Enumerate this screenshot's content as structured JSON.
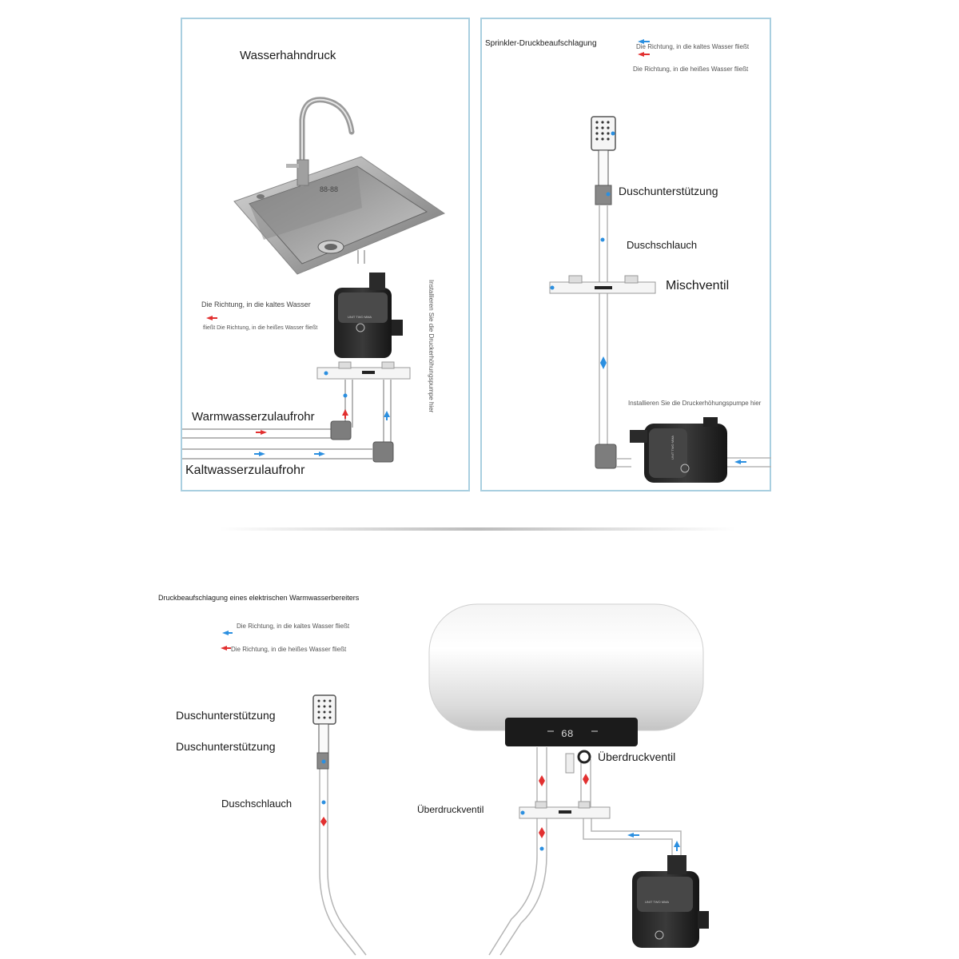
{
  "panel_faucet": {
    "title": "Wasserhahndruck",
    "legend_cold": "Die Richtung, in die kaltes Wasser",
    "legend_hot": "fließt Die Richtung, in die heißes Wasser fließt",
    "install_note": "Installieren Sie die Druckerhöhungspumpe hier",
    "warm_pipe": "Warmwasserzulaufrohr",
    "cold_pipe": "Kaltwasserzulaufrohr"
  },
  "panel_sprinkler": {
    "title": "Sprinkler-Druckbeaufschlagung",
    "legend_cold": "Die Richtung, in die kaltes Wasser fließt",
    "legend_hot": "Die Richtung, in die heißes Wasser fließt",
    "shower_support": "Duschunterstützung",
    "shower_hose": "Duschschlauch",
    "mixing_valve": "Mischventil",
    "install_note": "Installieren Sie die Druckerhöhungspumpe hier"
  },
  "panel_heater": {
    "title": "Druckbeaufschlagung eines elektrischen Warmwasserbereiters",
    "legend_cold": "Die Richtung, in die kaltes Wasser fließt",
    "legend_hot": "Die Richtung, in die heißes Wasser fließt",
    "shower_support_1": "Duschunterstützung",
    "shower_support_2": "Duschunterstützung",
    "shower_hose": "Duschschlauch",
    "relief_valve_1": "Überdruckventil",
    "relief_valve_2": "Überdruckventil",
    "display_value": "68"
  },
  "pump": {
    "panel_text": "UNIT TWO MMA"
  },
  "colors": {
    "cold": "#2b8fe0",
    "hot": "#e23030",
    "border": "#a9cfe0"
  }
}
